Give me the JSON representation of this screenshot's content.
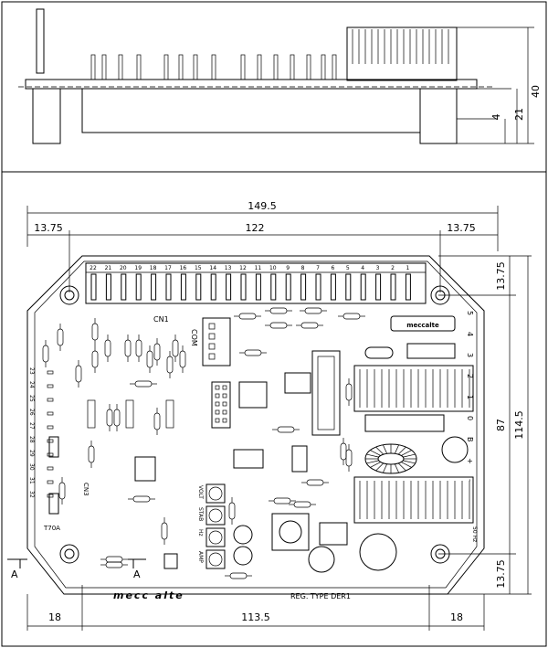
{
  "dimensions": {
    "side_height_total": "40",
    "side_height_mid": "21",
    "side_height_small": "4",
    "overall_width": "149.5",
    "left_margin": "13.75",
    "pitch_span": "122",
    "right_margin": "13.75",
    "right_top": "13.75",
    "right_inner_height": "87",
    "right_overall_height": "114.5",
    "right_bottom": "13.75",
    "bottom_left": "18",
    "bottom_span": "113.5",
    "bottom_right": "18"
  },
  "terminals_top": [
    "22",
    "21",
    "20",
    "19",
    "18",
    "17",
    "16",
    "15",
    "14",
    "13",
    "12",
    "11",
    "10",
    "9",
    "8",
    "7",
    "6",
    "5",
    "4",
    "3",
    "2",
    "1"
  ],
  "terminals_left": [
    "23",
    "24",
    "25",
    "26",
    "27",
    "28",
    "29",
    "30",
    "31",
    "32"
  ],
  "terminals_right": [
    "5",
    "4",
    "3",
    "2",
    "1",
    "0",
    "B",
    "+",
    "-"
  ],
  "labels": {
    "cn1": "CN1",
    "com": "COM",
    "cn3": "CN3",
    "fuse": "T70A",
    "section_left": "A",
    "section_right": "A",
    "brand_board": "mecc alte",
    "brand_logo": "meccalte",
    "reg_type": "REG. TYPE DER1",
    "pots": [
      "VOLT",
      "STAB",
      "Hz",
      "AMP"
    ],
    "side_code": "50 Hz"
  }
}
